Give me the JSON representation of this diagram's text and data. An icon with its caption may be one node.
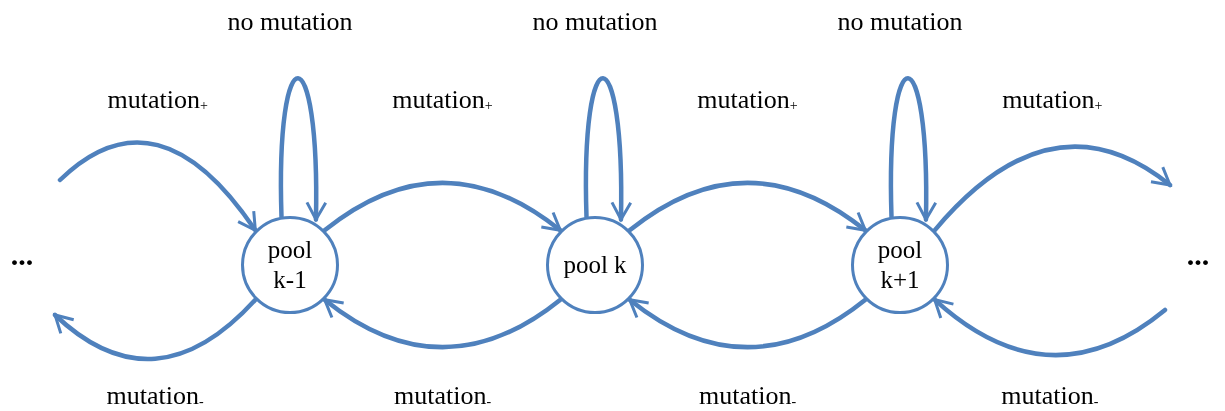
{
  "diagram": {
    "nodes": [
      {
        "text": [
          "pool k-1"
        ]
      },
      {
        "text": [
          "pool k"
        ]
      },
      {
        "text": [
          "pool k+1"
        ]
      }
    ],
    "edges": [
      {
        "from": null,
        "to": 0,
        "arrow": "to",
        "label": "mutation$_{+}$"
      },
      {
        "from": 0,
        "to": 1,
        "arrow": "to",
        "label": "mutation$_{+}$"
      },
      {
        "from": 1,
        "to": 2,
        "arrow": "to",
        "label": "mutation$_{+}$"
      },
      {
        "from": 2,
        "to": null,
        "arrow": "to",
        "label": "mutation$_{+}$"
      },
      {
        "from": 0,
        "to": 0,
        "arrow": "to",
        "label": "no mutation"
      },
      {
        "from": 1,
        "to": 1,
        "arrow": "to",
        "label": "no mutation"
      },
      {
        "from": 2,
        "to": 2,
        "arrow": "to",
        "label": "no mutation"
      },
      {
        "from": 0,
        "to": null,
        "arrow": "to",
        "label": "mutation$_{-}$"
      },
      {
        "from": 1,
        "to": 0,
        "arrow": "to",
        "label": "mutation$_{-}$"
      },
      {
        "from": 2,
        "to": 1,
        "arrow": "to",
        "label": "mutation$_{-}$"
      },
      {
        "from": null,
        "to": 2,
        "arrow": "to",
        "label": "mutation$_{-}$"
      }
    ],
    "labels": [
      "...",
      "..."
    ]
  }
}
